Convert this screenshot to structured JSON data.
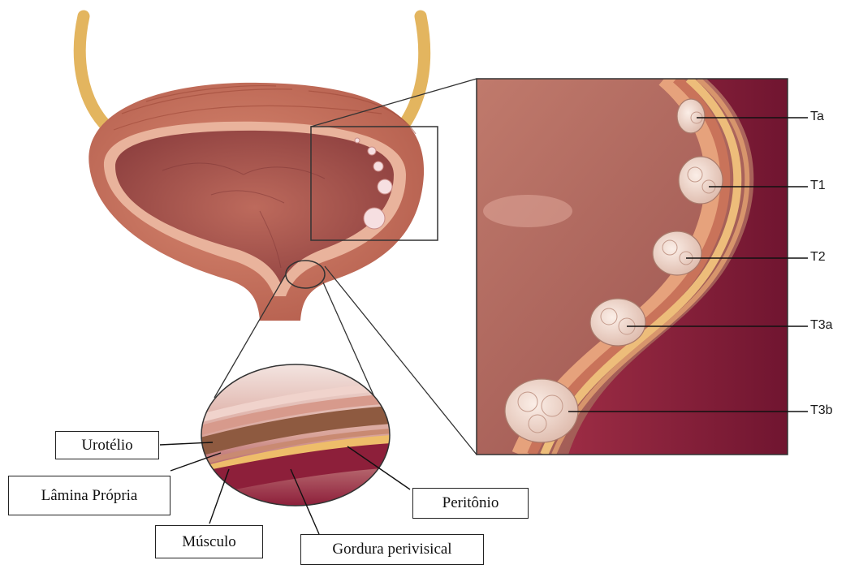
{
  "layer_labels": {
    "urotelio": "Urotélio",
    "lamina_propria": "Lâmina Própria",
    "musculo": "Músculo",
    "gordura": "Gordura perivisical",
    "peritonio": "Peritônio"
  },
  "stage_labels": {
    "ta": "Ta",
    "t1": "T1",
    "t2": "T2",
    "t3a": "T3a",
    "t3b": "T3b"
  },
  "colors": {
    "bladder_outer": "#c9735f",
    "bladder_inner": "#a8524a",
    "ureter": "#e2b35e",
    "tissue_bg": "#b06a60",
    "fat_layer": "#e8b468",
    "dark_wall": "#8a2038",
    "tumor": "#f2ddd3"
  }
}
